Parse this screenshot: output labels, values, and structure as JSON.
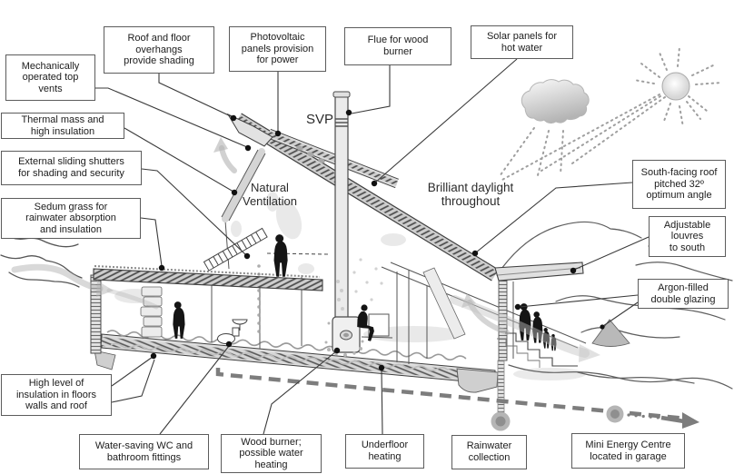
{
  "labels": {
    "mech_top_vents": {
      "text": "Mechanically\noperated top\nvents"
    },
    "roof_overhangs": {
      "text": "Roof and floor\noverhangs\nprovide shading"
    },
    "photovoltaic": {
      "text": "Photovoltaic\npanels provision\nfor power"
    },
    "flue_wood_burner": {
      "text": "Flue for wood\nburner"
    },
    "solar_panels": {
      "text": "Solar panels for\nhot water"
    },
    "thermal_mass": {
      "text": "Thermal mass and\nhigh insulation"
    },
    "ext_shutters": {
      "text": "External sliding shutters\nfor shading and security"
    },
    "sedum_grass": {
      "text": "Sedum grass for\nrainwater absorption\nand insulation"
    },
    "south_roof": {
      "text": "South-facing roof\npitched 32º\noptimum angle"
    },
    "adj_louvres": {
      "text": "Adjustable\nlouvres\nto south"
    },
    "argon_glazing": {
      "text": "Argon-filled\ndouble glazing"
    },
    "high_insulation": {
      "text": "High level of\ninsulation in floors\nwalls and roof"
    },
    "water_saving_wc": {
      "text": "Water-saving WC and\nbathroom fittings"
    },
    "wood_burner": {
      "text": "Wood burner;\npossible water\nheating"
    },
    "underfloor": {
      "text": "Underfloor\nheating"
    },
    "rainwater": {
      "text": "Rainwater\ncollection"
    },
    "mini_energy": {
      "text": "Mini Energy Centre\nlocated in garage"
    }
  },
  "annotations": {
    "svp": {
      "text": "SVP"
    },
    "natural_ventilation": {
      "text": "Natural\nVentilation"
    },
    "brilliant_daylight": {
      "text": "Brilliant daylight\nthroughout"
    }
  },
  "icons": {
    "sun": "sun-icon",
    "cloud": "cloud-icon",
    "rain": "rain-dots",
    "flow_arrow": "flow-arrow-icon"
  },
  "colors": {
    "ink": "#1c1c1c",
    "leader_line": "#3a3a3a",
    "label_border": "#5c5c5c",
    "label_bg": "#ffffff",
    "sketch_gray": "#c9c9c9",
    "air_arrow_gray": "#b3b3b3",
    "drain_gray": "#7d7d7d"
  }
}
